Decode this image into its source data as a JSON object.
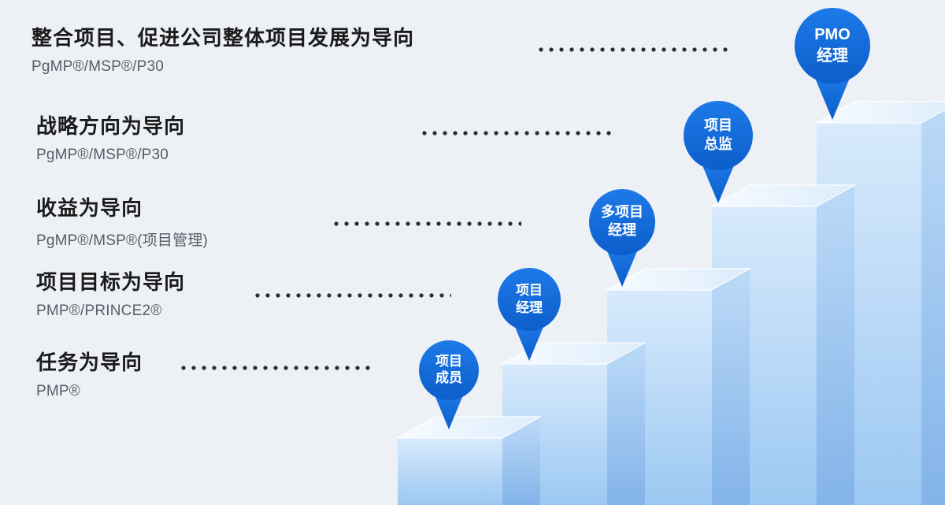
{
  "page": {
    "background": "#edf1f6",
    "accent_blue": "#1169d9",
    "dot_color": "#2e2e2e"
  },
  "levels": [
    {
      "title": "任务为导向",
      "subtitle": "PMP®",
      "pin_line1": "项目",
      "pin_line2": "成员"
    },
    {
      "title": "项目目标为导向",
      "subtitle": "PMP®/PRINCE2®",
      "pin_line1": "项目",
      "pin_line2": "经理"
    },
    {
      "title": "收益为导向",
      "subtitle": "PgMP®/MSP®(项目管理)",
      "pin_line1": "多项目",
      "pin_line2": "经理"
    },
    {
      "title": "战略方向为导向",
      "subtitle": "PgMP®/MSP®/P30",
      "pin_line1": "项目",
      "pin_line2": "总监"
    },
    {
      "title": "整合项目、促进公司整体项目发展为导向",
      "subtitle": "PgMP®/MSP®/P30",
      "pin_line1": "PMO",
      "pin_line2": "经理"
    }
  ]
}
